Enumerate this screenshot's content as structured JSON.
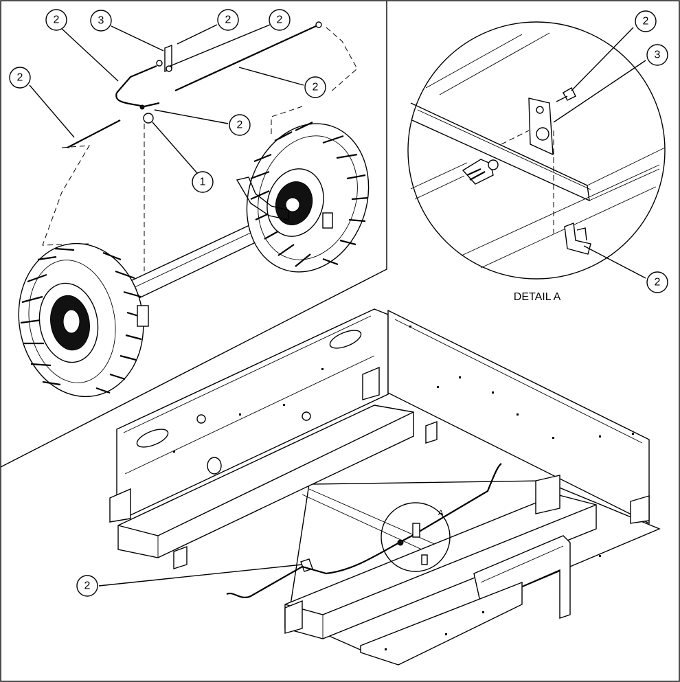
{
  "detail": {
    "label": "DETAIL A",
    "marker": "A"
  },
  "callouts": {
    "axle_harness_left": "2",
    "axle_bracket": "3",
    "axle_harness_top_mid": "2",
    "axle_harness_top_right": "2",
    "axle_harness_far_left": "2",
    "axle_harness_right": "2",
    "axle_clip": "2",
    "axle_clamp": "1",
    "detail_screw": "2",
    "detail_bracket": "3",
    "detail_clip": "2",
    "frame_harness": "2"
  }
}
